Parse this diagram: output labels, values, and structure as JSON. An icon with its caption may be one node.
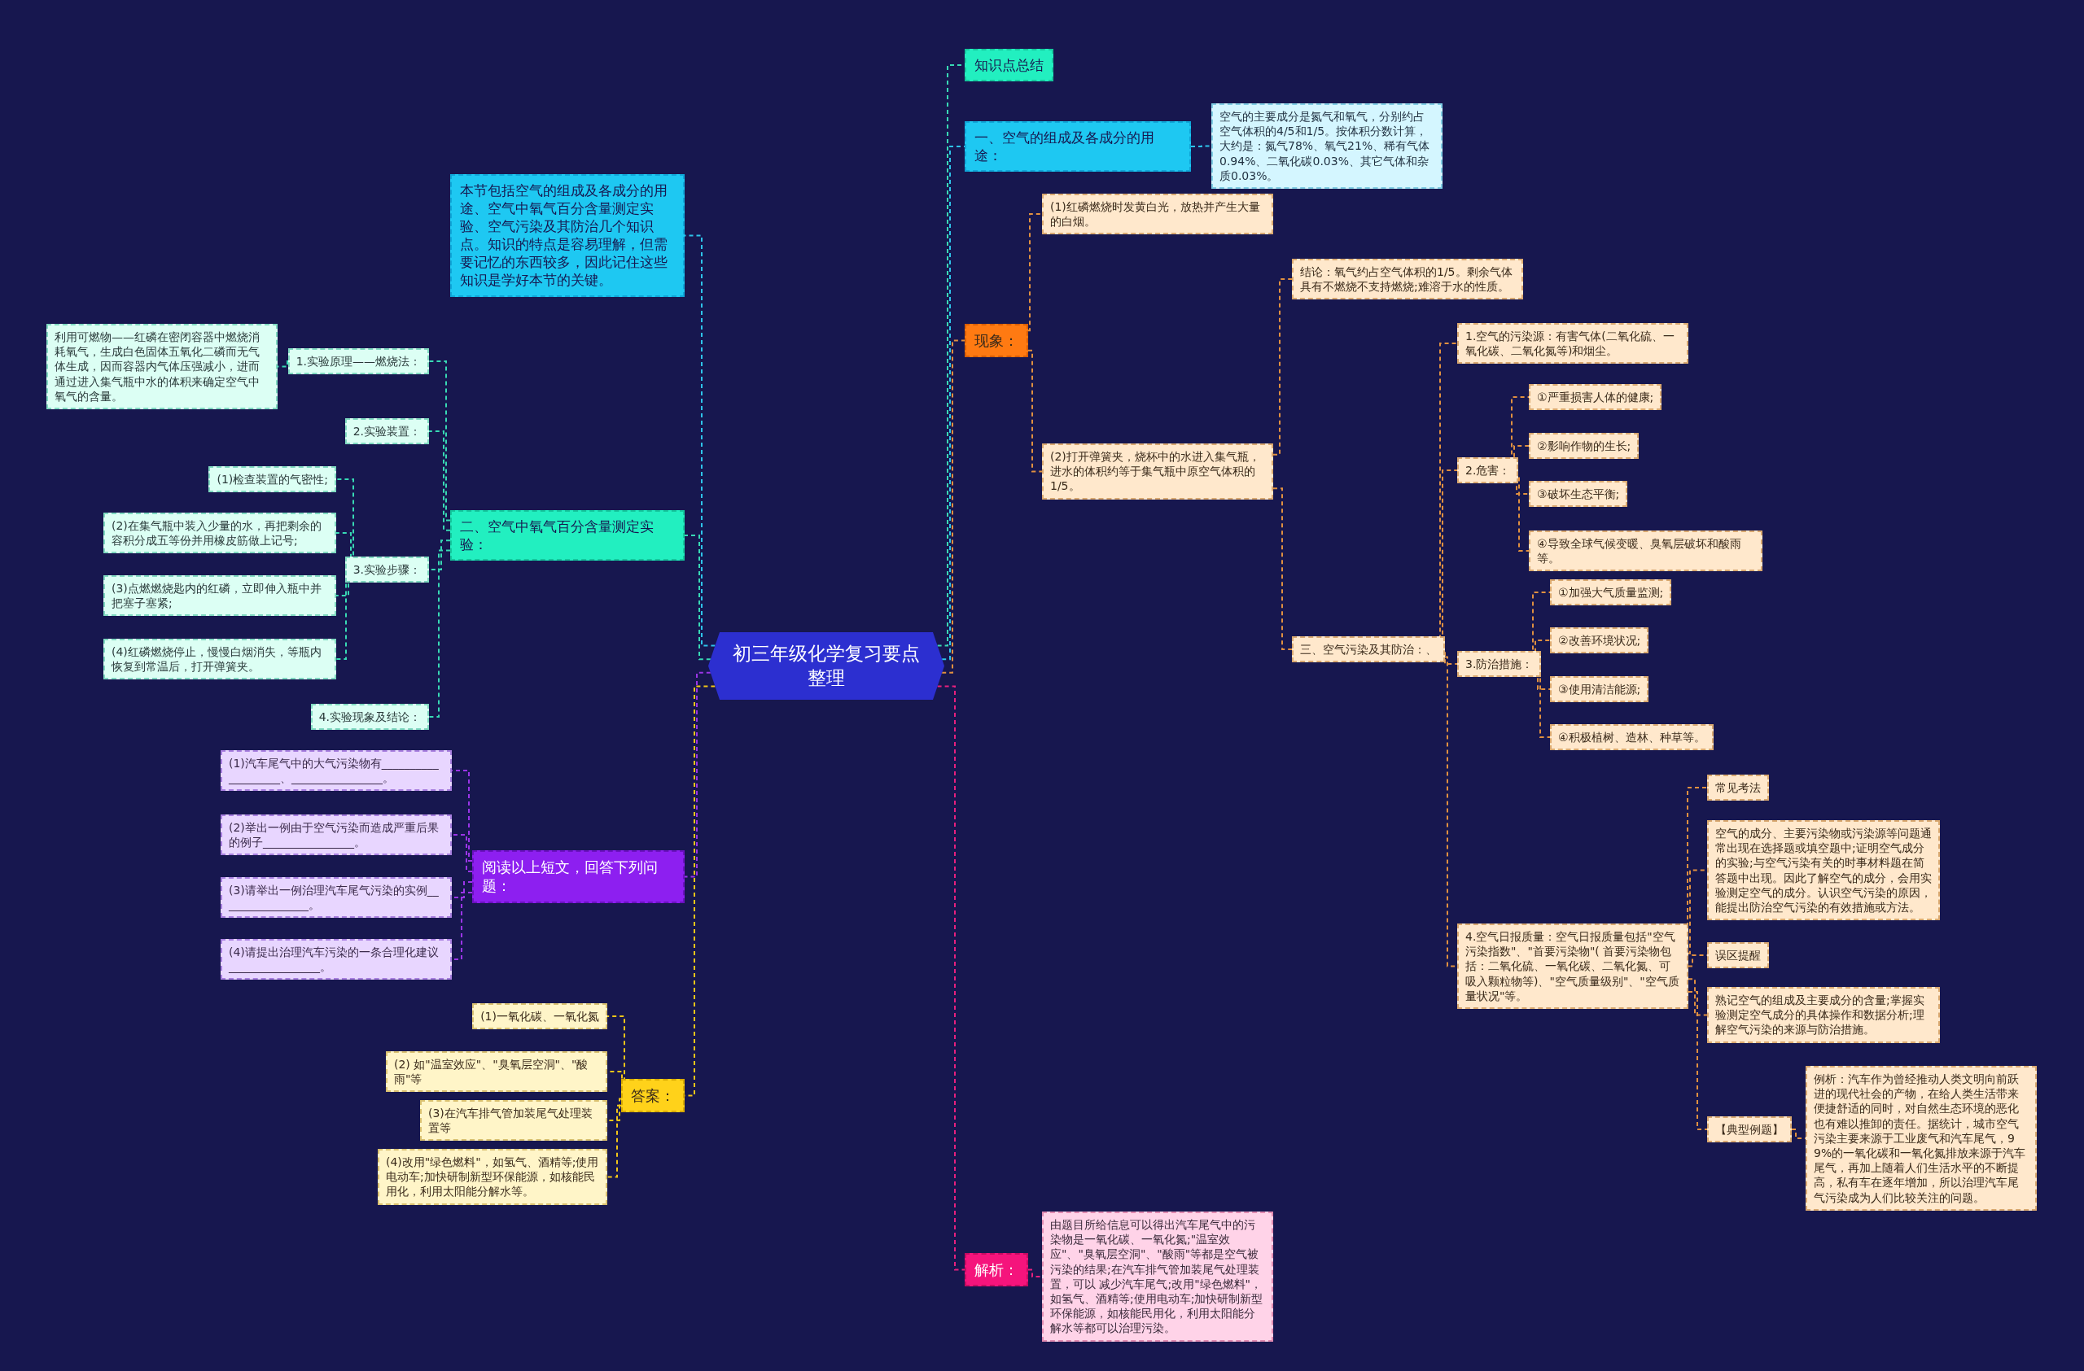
{
  "diagram": {
    "nodes": [
      {
        "text": [
          "初三年级化学复习要点整理"
        ]
      },
      {
        "text": [
          "本节包括空气的组成及各成分的用途、空气中氧气百分含量测定实验、空气污染及其防治几个知识点。知识的特点是容易理解，但需要记忆的东西较多，因此记住这些知识是学好本节的关键。"
        ]
      },
      {
        "text": [
          "二、空气中氧气百分含量测定实验："
        ]
      },
      {
        "text": [
          "1.实验原理——燃烧法："
        ]
      },
      {
        "text": [
          "利用可燃物——红磷在密闭容器中燃烧消耗氧气，生成白色固体五氧化二磷而无气体生成，因而容器内气体压强减小，进而通过进入集气瓶中水的体积来确定空气中氧气的含量。"
        ]
      },
      {
        "text": [
          "2.实验装置："
        ]
      },
      {
        "text": [
          "3.实验步骤："
        ]
      },
      {
        "text": [
          "(1)检查装置的气密性;"
        ]
      },
      {
        "text": [
          "(2)在集气瓶中装入少量的水，再把剩余的容积分成五等份并用橡皮筋做上记号;"
        ]
      },
      {
        "text": [
          "(3)点燃燃烧匙内的红磷，立即伸入瓶中并把塞子塞紧;"
        ]
      },
      {
        "text": [
          "(4)红磷燃烧停止，慢慢白烟消失，等瓶内恢复到常温后，打开弹簧夹。"
        ]
      },
      {
        "text": [
          "4.实验现象及结论："
        ]
      },
      {
        "text": [
          "阅读以上短文，回答下列问题："
        ]
      },
      {
        "text": [
          "(1)汽车尾气中的大气污染物有___________________、________________。"
        ]
      },
      {
        "text": [
          "(2)举出一例由于空气污染而造成严重后果的例子________________。"
        ]
      },
      {
        "text": [
          "(3)请举出一例治理汽车尾气污染的实例________________。"
        ]
      },
      {
        "text": [
          "(4)请提出治理汽车污染的一条合理化建议________________。"
        ]
      },
      {
        "text": [
          "答案："
        ]
      },
      {
        "text": [
          "(1)一氧化碳、一氧化氮"
        ]
      },
      {
        "text": [
          "(2) 如\"温室效应\"、\"臭氧层空洞\"、\"酸雨\"等"
        ]
      },
      {
        "text": [
          "(3)在汽车排气管加装尾气处理装置等"
        ]
      },
      {
        "text": [
          "(4)改用\"绿色燃料\"，如氢气、酒精等;使用电动车;加快研制新型环保能源，如核能民用化，利用太阳能分解水等。"
        ]
      },
      {
        "text": [
          "知识点总结"
        ]
      },
      {
        "text": [
          "一、空气的组成及各成分的用途："
        ]
      },
      {
        "text": [
          "空气的主要成分是氮气和氧气，分别约占空气体积的4/5和1/5。按体积分数计算，大约是：氮气78%、氧气21%、稀有气体0.94%、二氧化碳0.03%、其它气体和杂质0.03%。"
        ]
      },
      {
        "text": [
          "现象："
        ]
      },
      {
        "text": [
          "(1)红磷燃烧时发黄白光，放热并产生大量的白烟。"
        ]
      },
      {
        "text": [
          "(2)打开弹簧夹，烧杯中的水进入集气瓶，进水的体积约等于集气瓶中原空气体积的1/5。"
        ]
      },
      {
        "text": [
          "结论：氧气约占空气体积的1/5。剩余气体具有不燃烧不支持燃烧;难溶于水的性质。"
        ]
      },
      {
        "text": [
          "三、空气污染及其防治：、"
        ]
      },
      {
        "text": [
          "1.空气的污染源：有害气体(二氧化硫、一氧化碳、二氧化氮等)和烟尘。"
        ]
      },
      {
        "text": [
          "2.危害："
        ]
      },
      {
        "text": [
          "①严重损害人体的健康;"
        ]
      },
      {
        "text": [
          "②影响作物的生长;"
        ]
      },
      {
        "text": [
          "③破坏生态平衡;"
        ]
      },
      {
        "text": [
          "④导致全球气候变暖、臭氧层破坏和酸雨等。"
        ]
      },
      {
        "text": [
          "3.防治措施："
        ]
      },
      {
        "text": [
          "①加强大气质量监测;"
        ]
      },
      {
        "text": [
          "②改善环境状况;"
        ]
      },
      {
        "text": [
          "③使用清洁能源;"
        ]
      },
      {
        "text": [
          "④积极植树、造林、种草等。"
        ]
      },
      {
        "text": [
          "4.空气日报质量：空气日报质量包括\"空气污染指数\"、\"首要污染物\"( 首要污染物包括：二氧化硫、一氧化碳、二氧化氮、可吸入颗粒物等)、\"空气质量级别\"、\"空气质量状况\"等。"
        ]
      },
      {
        "text": [
          "常见考法"
        ]
      },
      {
        "text": [
          "空气的成分、主要污染物或污染源等问题通常出现在选择题或填空题中;证明空气成分的实验;与空气污染有关的时事材料题在简答题中出现。因此了解空气的成分，会用实验测定空气的成分。认识空气污染的原因，能提出防治空气污染的有效措施或方法。"
        ]
      },
      {
        "text": [
          "误区提醒"
        ]
      },
      {
        "text": [
          "熟记空气的组成及主要成分的含量;掌握实验测定空气成分的具体操作和数据分析;理解空气污染的来源与防治措施。"
        ]
      },
      {
        "text": [
          "【典型例题】"
        ]
      },
      {
        "text": [
          "例析：汽车作为曾经推动人类文明向前跃进的现代社会的产物，在给人类生活带来便捷舒适的同时，对自然生态环境的恶化也有难以推卸的责任。据统计，城市空气污染主要来源于工业废气和汽车尾气，99%的一氧化碳和一氧化氮排放来源于汽车尾气，再加上随着人们生活水平的不断提高，私有车在逐年增加，所以治理汽车尾气污染成为人们比较关注的问题。"
        ]
      },
      {
        "text": [
          "解析："
        ]
      },
      {
        "text": [
          "由题目所给信息可以得出汽车尾气中的污染物是一氧化碳、一氧化氮;\"温室效应\"、\"臭氧层空洞\"、\"酸雨\"等都是空气被污染的结果;在汽车排气管加装尾气处理装置，可以 减少汽车尾气;改用\"绿色燃料\"，如氢气、酒精等;使用电动车;加快研制新型环保能源，如核能民用化，利用太阳能分解水等都可以治理污染。"
        ]
      }
    ],
    "edges": [
      {
        "from": 0,
        "to": 1,
        "arrow": "none",
        "style": "dashed",
        "color": "#2ec4ea"
      },
      {
        "from": 0,
        "to": 2,
        "arrow": "none",
        "style": "dashed",
        "color": "#38d9b4"
      },
      {
        "from": 2,
        "to": 3,
        "arrow": "none",
        "style": "dashed",
        "color": "#38d9b4"
      },
      {
        "from": 3,
        "to": 4,
        "arrow": "none",
        "style": "dashed",
        "color": "#38d9b4"
      },
      {
        "from": 2,
        "to": 5,
        "arrow": "none",
        "style": "dashed",
        "color": "#38d9b4"
      },
      {
        "from": 2,
        "to": 6,
        "arrow": "none",
        "style": "dashed",
        "color": "#38d9b4"
      },
      {
        "from": 6,
        "to": 7,
        "arrow": "none",
        "style": "dashed",
        "color": "#38d9b4"
      },
      {
        "from": 6,
        "to": 8,
        "arrow": "none",
        "style": "dashed",
        "color": "#38d9b4"
      },
      {
        "from": 6,
        "to": 9,
        "arrow": "none",
        "style": "dashed",
        "color": "#38d9b4"
      },
      {
        "from": 6,
        "to": 10,
        "arrow": "none",
        "style": "dashed",
        "color": "#38d9b4"
      },
      {
        "from": 2,
        "to": 11,
        "arrow": "none",
        "style": "dashed",
        "color": "#38d9b4"
      },
      {
        "from": 0,
        "to": 12,
        "arrow": "none",
        "style": "dashed",
        "color": "#9b35e8"
      },
      {
        "from": 12,
        "to": 13,
        "arrow": "none",
        "style": "dashed",
        "color": "#9b35e8"
      },
      {
        "from": 12,
        "to": 14,
        "arrow": "none",
        "style": "dashed",
        "color": "#9b35e8"
      },
      {
        "from": 12,
        "to": 15,
        "arrow": "none",
        "style": "dashed",
        "color": "#9b35e8"
      },
      {
        "from": 12,
        "to": 16,
        "arrow": "none",
        "style": "dashed",
        "color": "#9b35e8"
      },
      {
        "from": 0,
        "to": 17,
        "arrow": "none",
        "style": "dashed",
        "color": "#f2c618"
      },
      {
        "from": 17,
        "to": 18,
        "arrow": "none",
        "style": "dashed",
        "color": "#f2c618"
      },
      {
        "from": 17,
        "to": 19,
        "arrow": "none",
        "style": "dashed",
        "color": "#f2c618"
      },
      {
        "from": 17,
        "to": 20,
        "arrow": "none",
        "style": "dashed",
        "color": "#f2c618"
      },
      {
        "from": 17,
        "to": 21,
        "arrow": "none",
        "style": "dashed",
        "color": "#f2c618"
      },
      {
        "from": 0,
        "to": 22,
        "arrow": "none",
        "style": "dashed",
        "color": "#38d9b4"
      },
      {
        "from": 0,
        "to": 23,
        "arrow": "none",
        "style": "dashed",
        "color": "#2ec4ea"
      },
      {
        "from": 23,
        "to": 24,
        "arrow": "none",
        "style": "dashed",
        "color": "#2ec4ea"
      },
      {
        "from": 0,
        "to": 25,
        "arrow": "none",
        "style": "dashed"
      },
      {
        "from": 25,
        "to": 26,
        "arrow": "none",
        "style": "dashed"
      },
      {
        "from": 25,
        "to": 27,
        "arrow": "none",
        "style": "dashed"
      },
      {
        "from": 27,
        "to": 28,
        "arrow": "none",
        "style": "dashed"
      },
      {
        "from": 27,
        "to": 29,
        "arrow": "none",
        "style": "dashed"
      },
      {
        "from": 29,
        "to": 30,
        "arrow": "none",
        "style": "dashed"
      },
      {
        "from": 29,
        "to": 31,
        "arrow": "none",
        "style": "dashed"
      },
      {
        "from": 31,
        "to": 32,
        "arrow": "none",
        "style": "dashed"
      },
      {
        "from": 31,
        "to": 33,
        "arrow": "none",
        "style": "dashed"
      },
      {
        "from": 31,
        "to": 34,
        "arrow": "none",
        "style": "dashed"
      },
      {
        "from": 31,
        "to": 35,
        "arrow": "none",
        "style": "dashed"
      },
      {
        "from": 29,
        "to": 36,
        "arrow": "none",
        "style": "dashed"
      },
      {
        "from": 36,
        "to": 37,
        "arrow": "none",
        "style": "dashed"
      },
      {
        "from": 36,
        "to": 38,
        "arrow": "none",
        "style": "dashed"
      },
      {
        "from": 36,
        "to": 39,
        "arrow": "none",
        "style": "dashed"
      },
      {
        "from": 36,
        "to": 40,
        "arrow": "none",
        "style": "dashed"
      },
      {
        "from": 29,
        "to": 41,
        "arrow": "none",
        "style": "dashed"
      },
      {
        "from": 41,
        "to": 42,
        "arrow": "none",
        "style": "dashed"
      },
      {
        "from": 41,
        "to": 43,
        "arrow": "none",
        "style": "dashed"
      },
      {
        "from": 41,
        "to": 44,
        "arrow": "none",
        "style": "dashed"
      },
      {
        "from": 41,
        "to": 45,
        "arrow": "none",
        "style": "dashed"
      },
      {
        "from": 41,
        "to": 46,
        "arrow": "none",
        "style": "dashed"
      },
      {
        "from": 46,
        "to": 47,
        "arrow": "none",
        "style": "dashed"
      },
      {
        "from": 0,
        "to": 48,
        "arrow": "none",
        "style": "dashed",
        "color": "#e8207e"
      },
      {
        "from": 48,
        "to": 49,
        "arrow": "none",
        "style": "dashed",
        "color": "#e8207e"
      }
    ]
  }
}
